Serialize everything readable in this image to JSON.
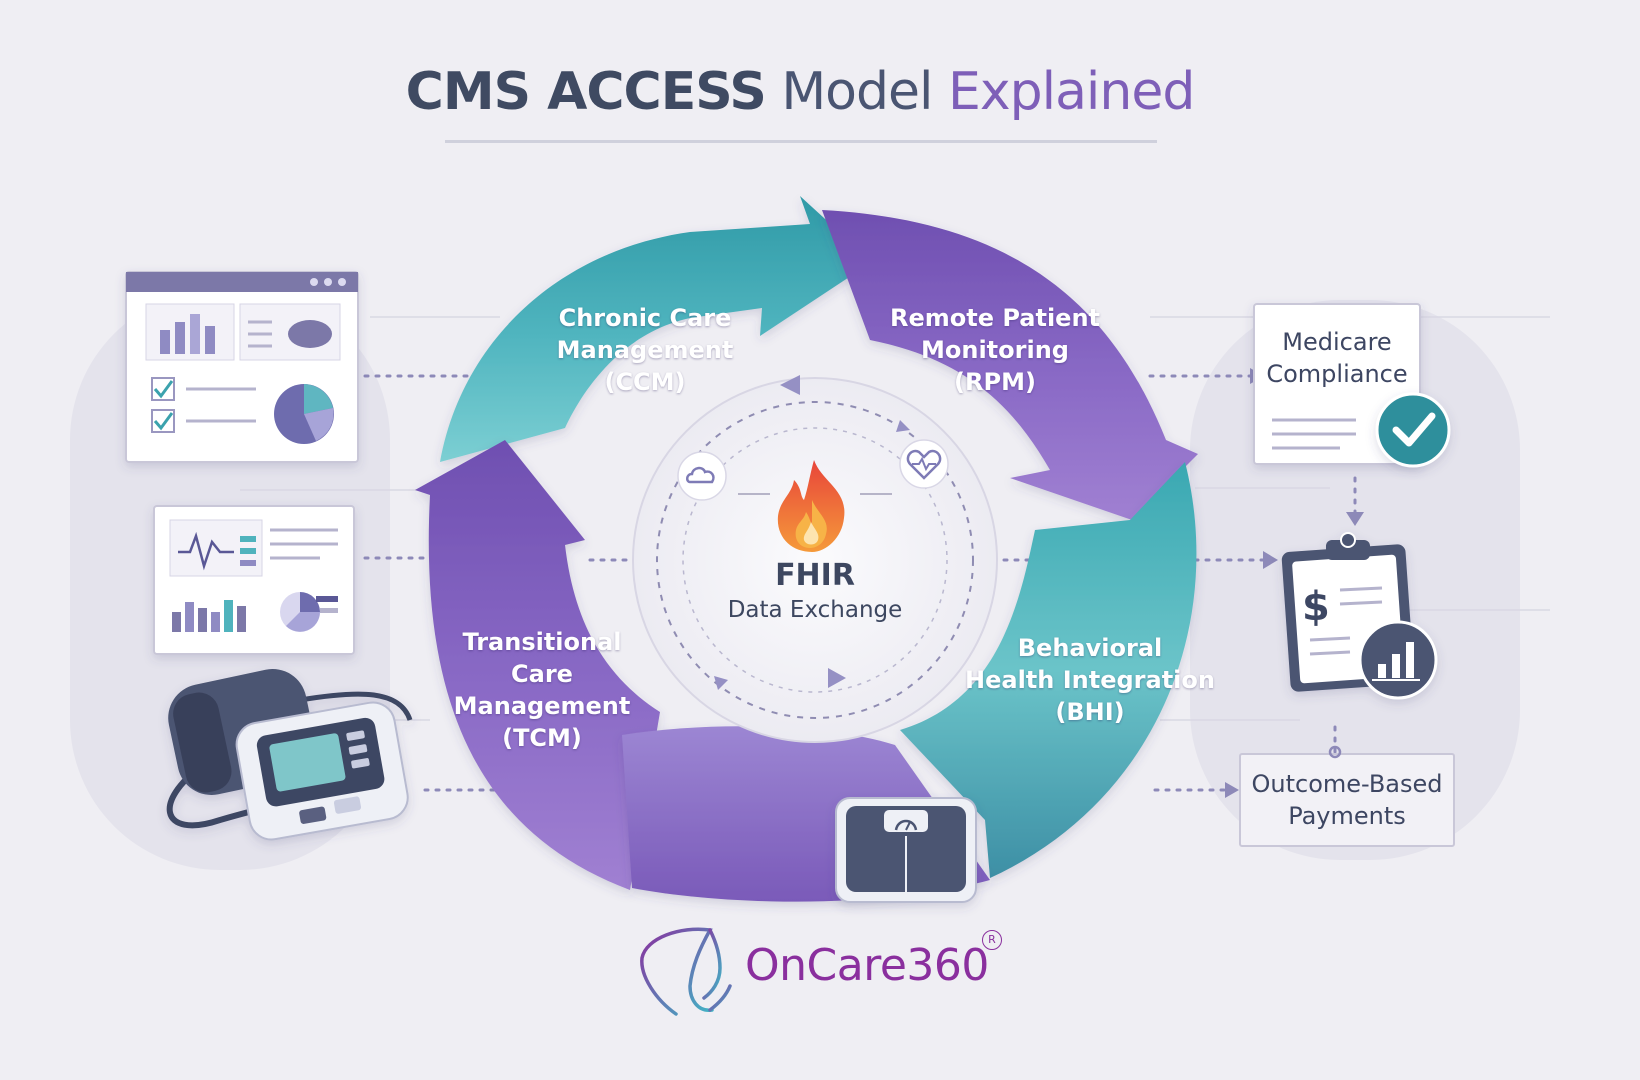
{
  "title": {
    "part1": "CMS ACCESS",
    "part2": "Model",
    "part3": "Explained"
  },
  "cycle": {
    "segments": [
      {
        "label": "Chronic Care\nManagement\n(CCM)",
        "color": "#4fb3bd"
      },
      {
        "label": "Remote Patient\nMonitoring\n(RPM)",
        "color": "#7c5cbc"
      },
      {
        "label": "Behavioral\nHealth Integration\n(BHI)",
        "color": "#4fb3bd"
      },
      {
        "label": "Transitional\nCare\nManagement\n(TCM)",
        "color": "#7c5cbc"
      }
    ],
    "hub": {
      "title": "FHIR",
      "subtitle": "Data Exchange",
      "icon": "flame-icon"
    }
  },
  "left_icons": [
    "dashboard-icon",
    "analytics-report-icon",
    "blood-pressure-monitor-icon"
  ],
  "bottom_icon": "weight-scale-icon",
  "right_cards": {
    "compliance": "Medicare\nCompliance",
    "payments": "Outcome-Based\nPayments",
    "compliance_icon": "checkmark-icon",
    "billing_icon": "billing-clipboard-icon"
  },
  "brand": {
    "name": "OnCare360",
    "registered": "R"
  },
  "colors": {
    "teal": "#4fb3bd",
    "purple": "#7c5cbc",
    "slate": "#3d4762",
    "background": "#efeef3"
  }
}
